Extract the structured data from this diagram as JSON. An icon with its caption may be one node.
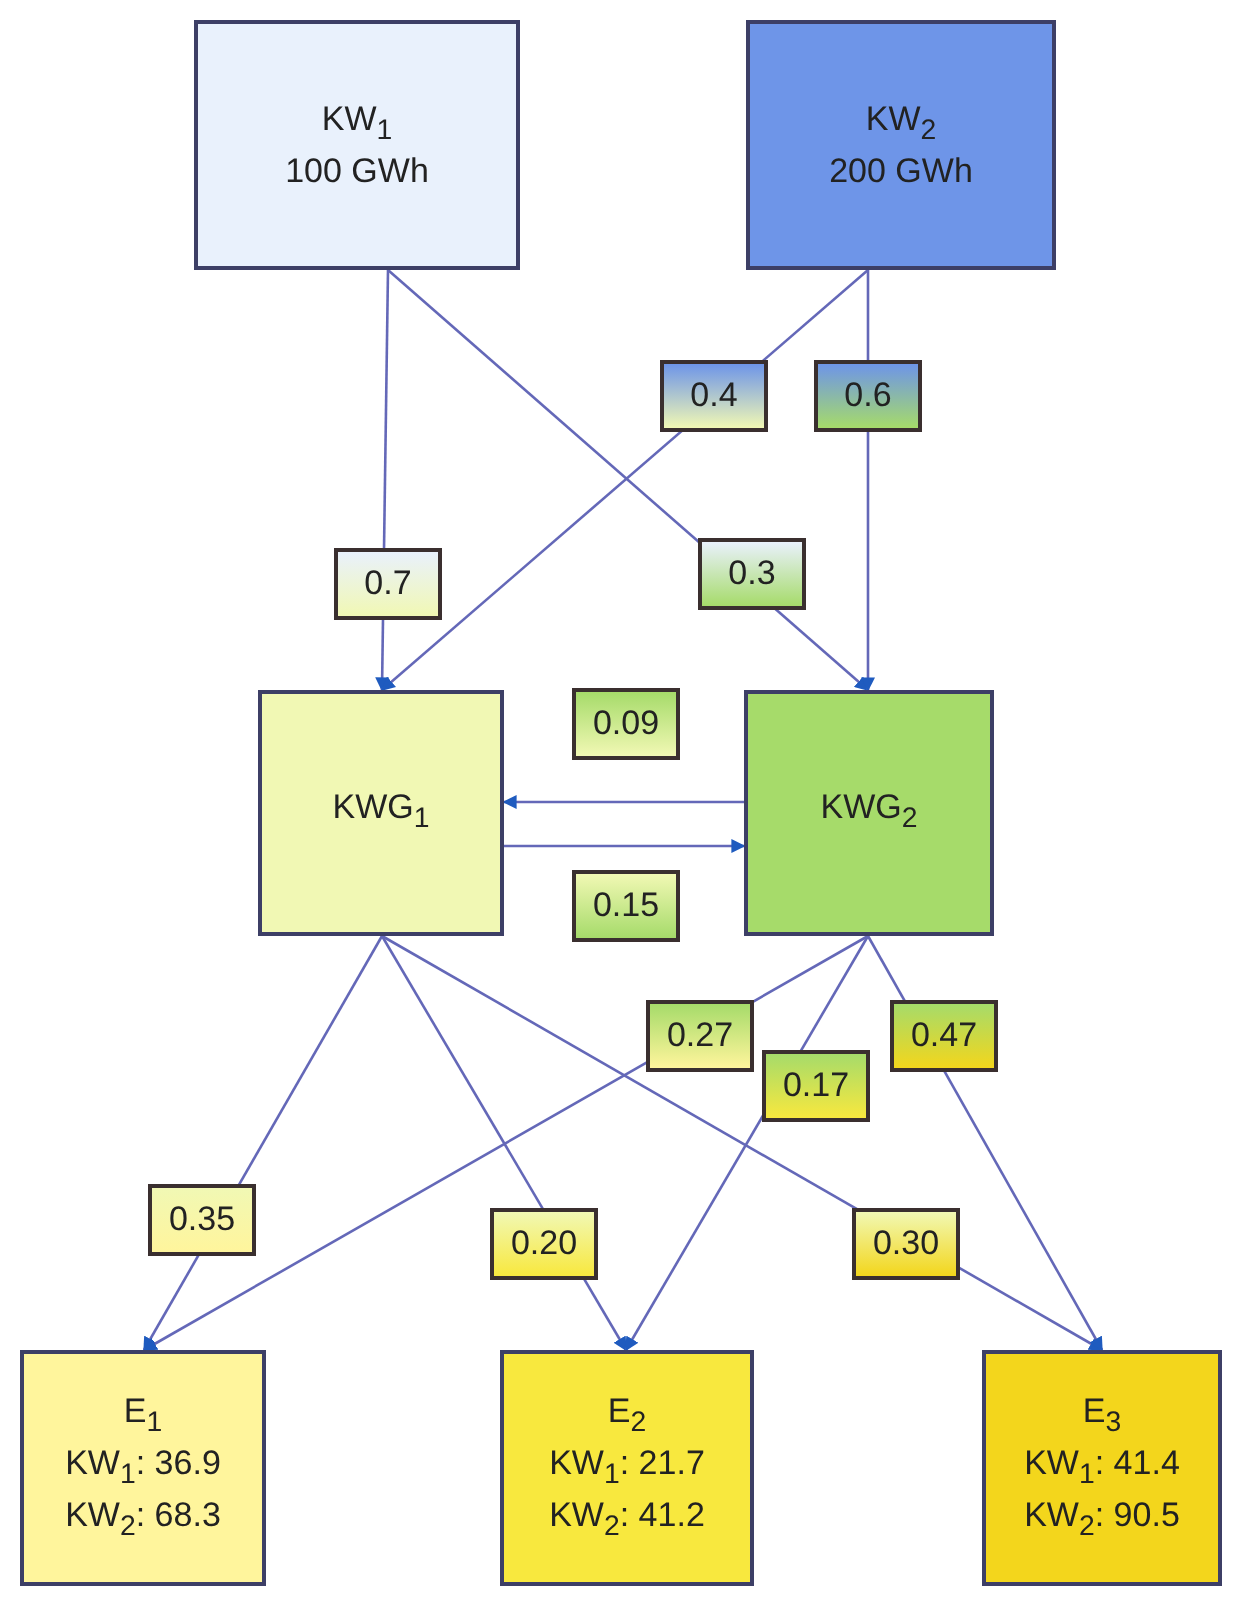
{
  "diagram": {
    "nodes": [
      {
        "text": [
          "KW$_{1}$",
          "100 GWh"
        ]
      },
      {
        "text": [
          "KW$_{2}$",
          "200 GWh"
        ]
      },
      {
        "text": [
          "KWG$_{1}$"
        ]
      },
      {
        "text": [
          "KWG$_{2}$"
        ]
      },
      {
        "text": [
          "E$_{1}$",
          "KW$_{1}$: 36.9",
          "KW$_{2}$: 68.3"
        ]
      },
      {
        "text": [
          "E$_{2}$",
          "KW$_{1}$: 21.7",
          "KW$_{2}$: 41.2"
        ]
      },
      {
        "text": [
          "E$_{3}$",
          "KW$_{1}$: 41.4",
          "KW$_{2}$: 90.5"
        ]
      }
    ],
    "edges": [
      {
        "from": 0,
        "to": 2,
        "arrow": "to",
        "label": "0.7"
      },
      {
        "from": 0,
        "to": 3,
        "arrow": "to",
        "label": "0.3"
      },
      {
        "from": 1,
        "to": 2,
        "arrow": "to",
        "label": "0.4"
      },
      {
        "from": 1,
        "to": 3,
        "arrow": "to",
        "label": "0.6"
      },
      {
        "from": 3,
        "to": 2,
        "arrow": "to",
        "label": "0.09"
      },
      {
        "from": 2,
        "to": 3,
        "arrow": "to",
        "label": "0.15"
      },
      {
        "from": 2,
        "to": 4,
        "arrow": "to",
        "label": "0.35"
      },
      {
        "from": 2,
        "to": 5,
        "arrow": "to",
        "label": "0.20"
      },
      {
        "from": 2,
        "to": 6,
        "arrow": "to",
        "label": "0.30"
      },
      {
        "from": 3,
        "to": 4,
        "arrow": "to",
        "label": "0.27"
      },
      {
        "from": 3,
        "to": 5,
        "arrow": "to",
        "label": "0.17"
      },
      {
        "from": 3,
        "to": 6,
        "arrow": "to",
        "label": "0.47"
      }
    ]
  }
}
